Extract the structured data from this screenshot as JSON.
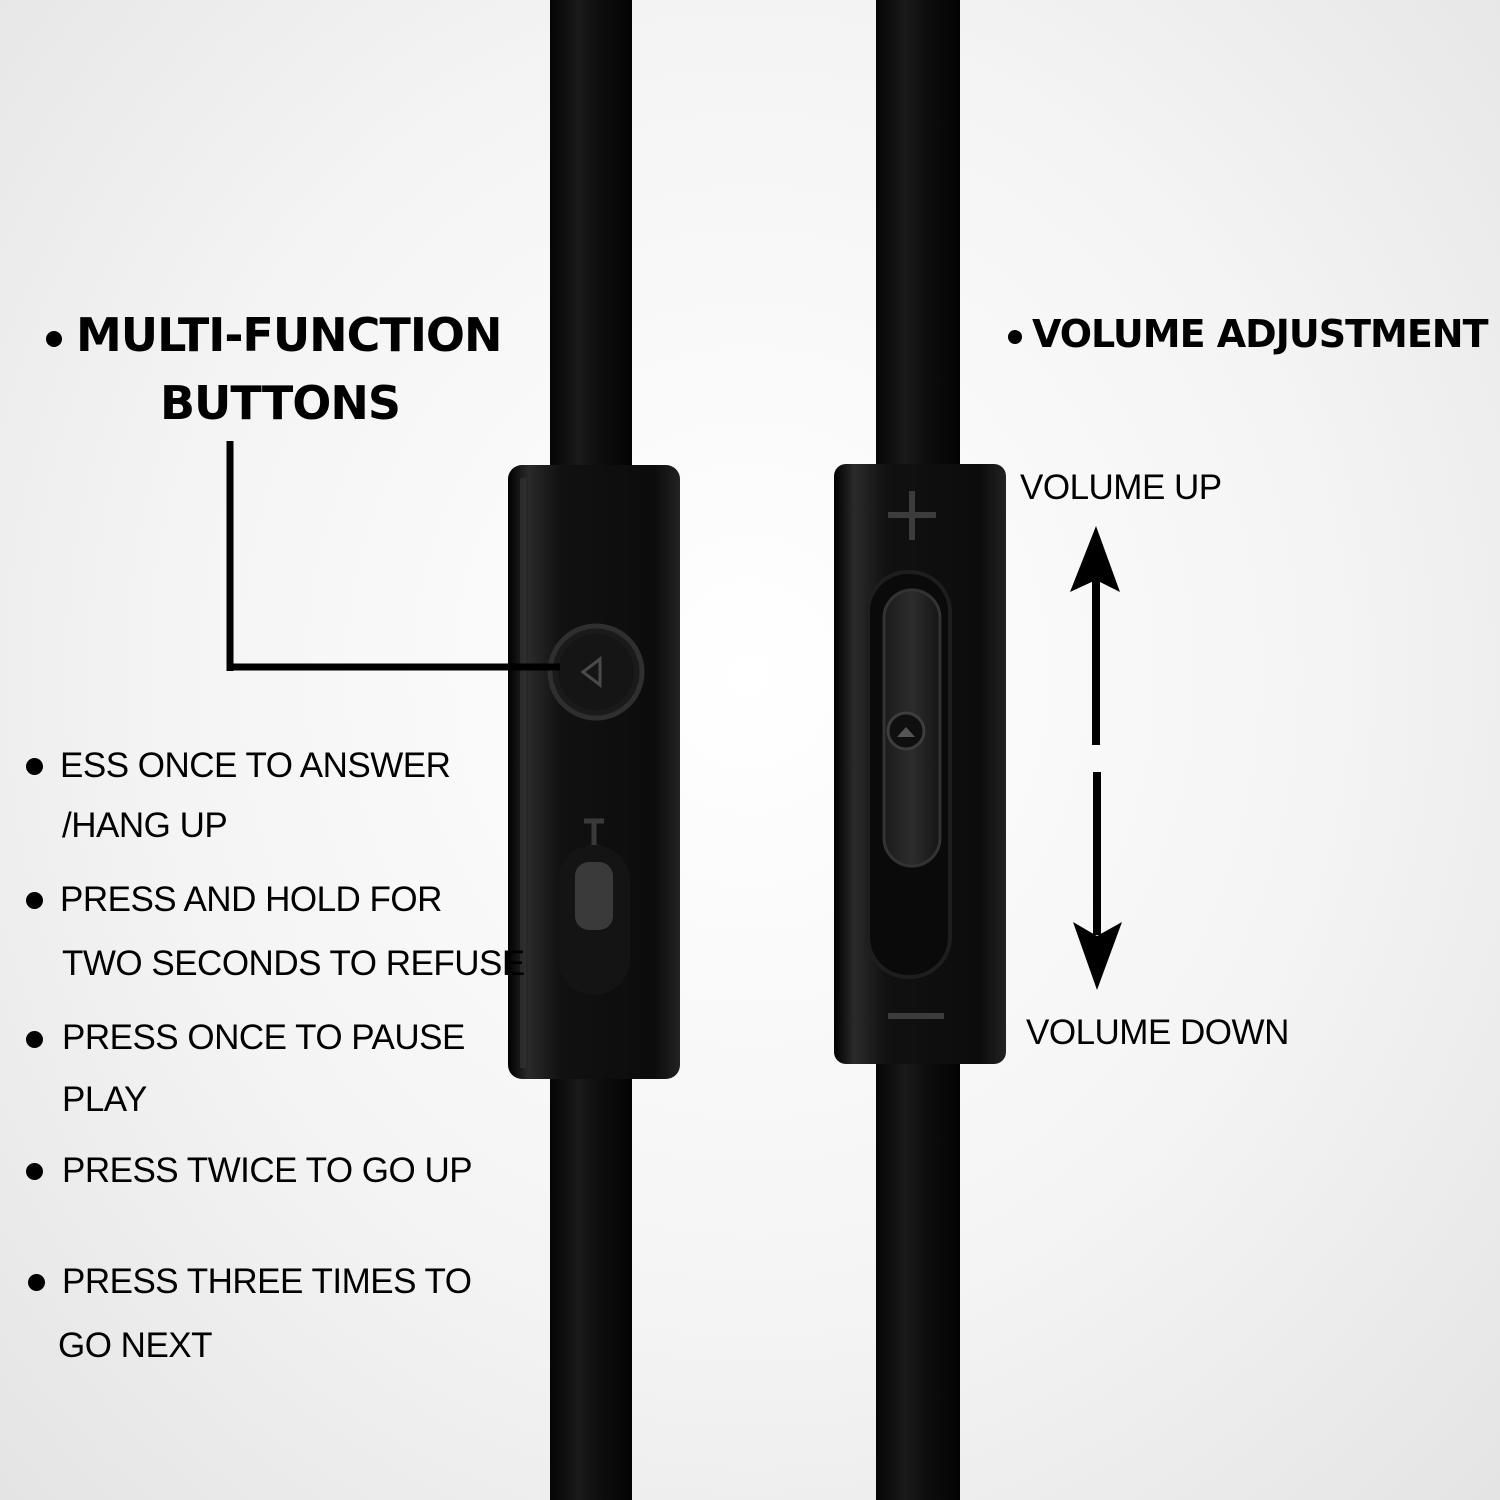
{
  "multi_function": {
    "heading_line1": "MULTI-FUNCTION",
    "heading_line2": "BUTTONS",
    "items": [
      {
        "line1": "ESS ONCE TO ANSWER",
        "line2": "/HANG UP"
      },
      {
        "line1": "PRESS AND HOLD FOR",
        "line2": "TWO SECONDS TO REFUSE"
      },
      {
        "line1": "PRESS ONCE TO PAUSE",
        "line2": "PLAY"
      },
      {
        "line1": "PRESS TWICE TO GO UP",
        "line2": ""
      },
      {
        "line1": "PRESS THREE TIMES TO",
        "line2": "GO NEXT"
      }
    ]
  },
  "volume": {
    "heading": "VOLUME ADJUSTMENT",
    "up_label": "VOLUME UP",
    "down_label": "VOLUME DOWN"
  },
  "colors": {
    "cable": "#0b0b0b",
    "remote_body": "#111111",
    "background": "#f4f4f4"
  }
}
